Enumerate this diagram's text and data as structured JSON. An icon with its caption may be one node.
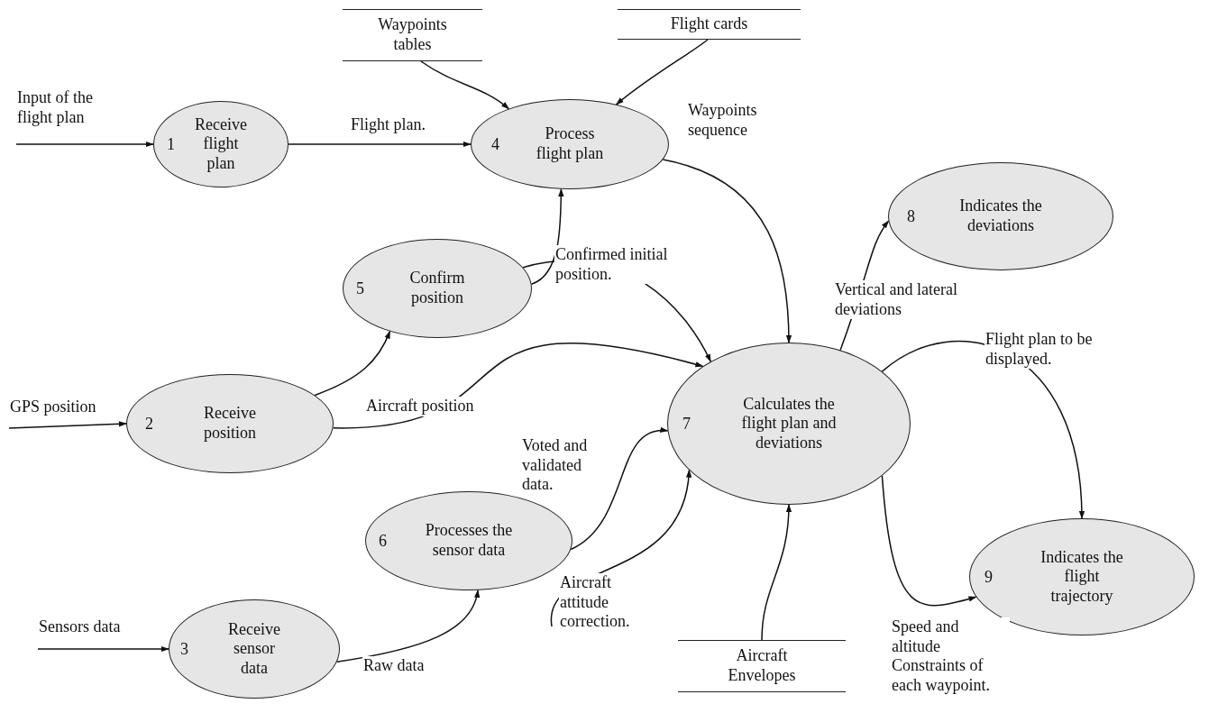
{
  "diagram": {
    "nodes": [
      {
        "text": [
          "1",
          "Receive flight plan"
        ]
      },
      {
        "text": [
          "4",
          "Process flight plan"
        ]
      },
      {
        "text": [
          "5",
          "Confirm position"
        ]
      },
      {
        "text": [
          "2",
          "Receive position"
        ]
      },
      {
        "text": [
          "6",
          "Processes the sensor data"
        ]
      },
      {
        "text": [
          "3",
          "Receive sensor data"
        ]
      },
      {
        "text": [
          "7",
          "Calculates the flight plan and deviations"
        ]
      },
      {
        "text": [
          "8",
          "Indicates the deviations"
        ]
      },
      {
        "text": [
          "9",
          "Indicates the flight trajectory"
        ]
      },
      {
        "text": [
          "Waypoints tables"
        ]
      },
      {
        "text": [
          "Flight cards"
        ]
      },
      {
        "text": [
          "Aircraft Envelopes"
        ]
      }
    ],
    "edges": [
      {
        "from": null,
        "to": 0,
        "arrow": "to",
        "label": "Input of the flight plan"
      },
      {
        "from": 0,
        "to": 1,
        "arrow": "to",
        "label": "Flight plan."
      },
      {
        "from": 9,
        "to": 1,
        "arrow": "to"
      },
      {
        "from": 10,
        "to": 1,
        "arrow": "to"
      },
      {
        "from": 2,
        "to": 1,
        "arrow": "to"
      },
      {
        "from": 2,
        "to": 6,
        "arrow": "to",
        "label": "Confirmed initial position."
      },
      {
        "from": 1,
        "to": 6,
        "arrow": "to",
        "label": "Waypoints sequence"
      },
      {
        "from": null,
        "to": 3,
        "arrow": "to",
        "label": "GPS position"
      },
      {
        "from": 3,
        "to": 2,
        "arrow": "to"
      },
      {
        "from": 3,
        "to": 6,
        "arrow": "to",
        "label": "Aircraft position"
      },
      {
        "from": null,
        "to": 5,
        "arrow": "to",
        "label": "Sensors data"
      },
      {
        "from": 5,
        "to": 4,
        "arrow": "to",
        "label": "Raw data"
      },
      {
        "from": 4,
        "to": 6,
        "arrow": "to",
        "label": "Voted and validated data."
      },
      {
        "from": null,
        "to": 6,
        "arrow": "to",
        "label": "Aircraft attitude correction."
      },
      {
        "from": 11,
        "to": 6,
        "arrow": "to"
      },
      {
        "from": 6,
        "to": 7,
        "arrow": "to",
        "label": "Vertical and lateral deviations"
      },
      {
        "from": 6,
        "to": 8,
        "arrow": "to",
        "label": "Flight plan to be displayed."
      },
      {
        "from": 6,
        "to": 8,
        "arrow": "to",
        "label": "Speed and altitude Constraints of each waypoint."
      }
    ]
  }
}
